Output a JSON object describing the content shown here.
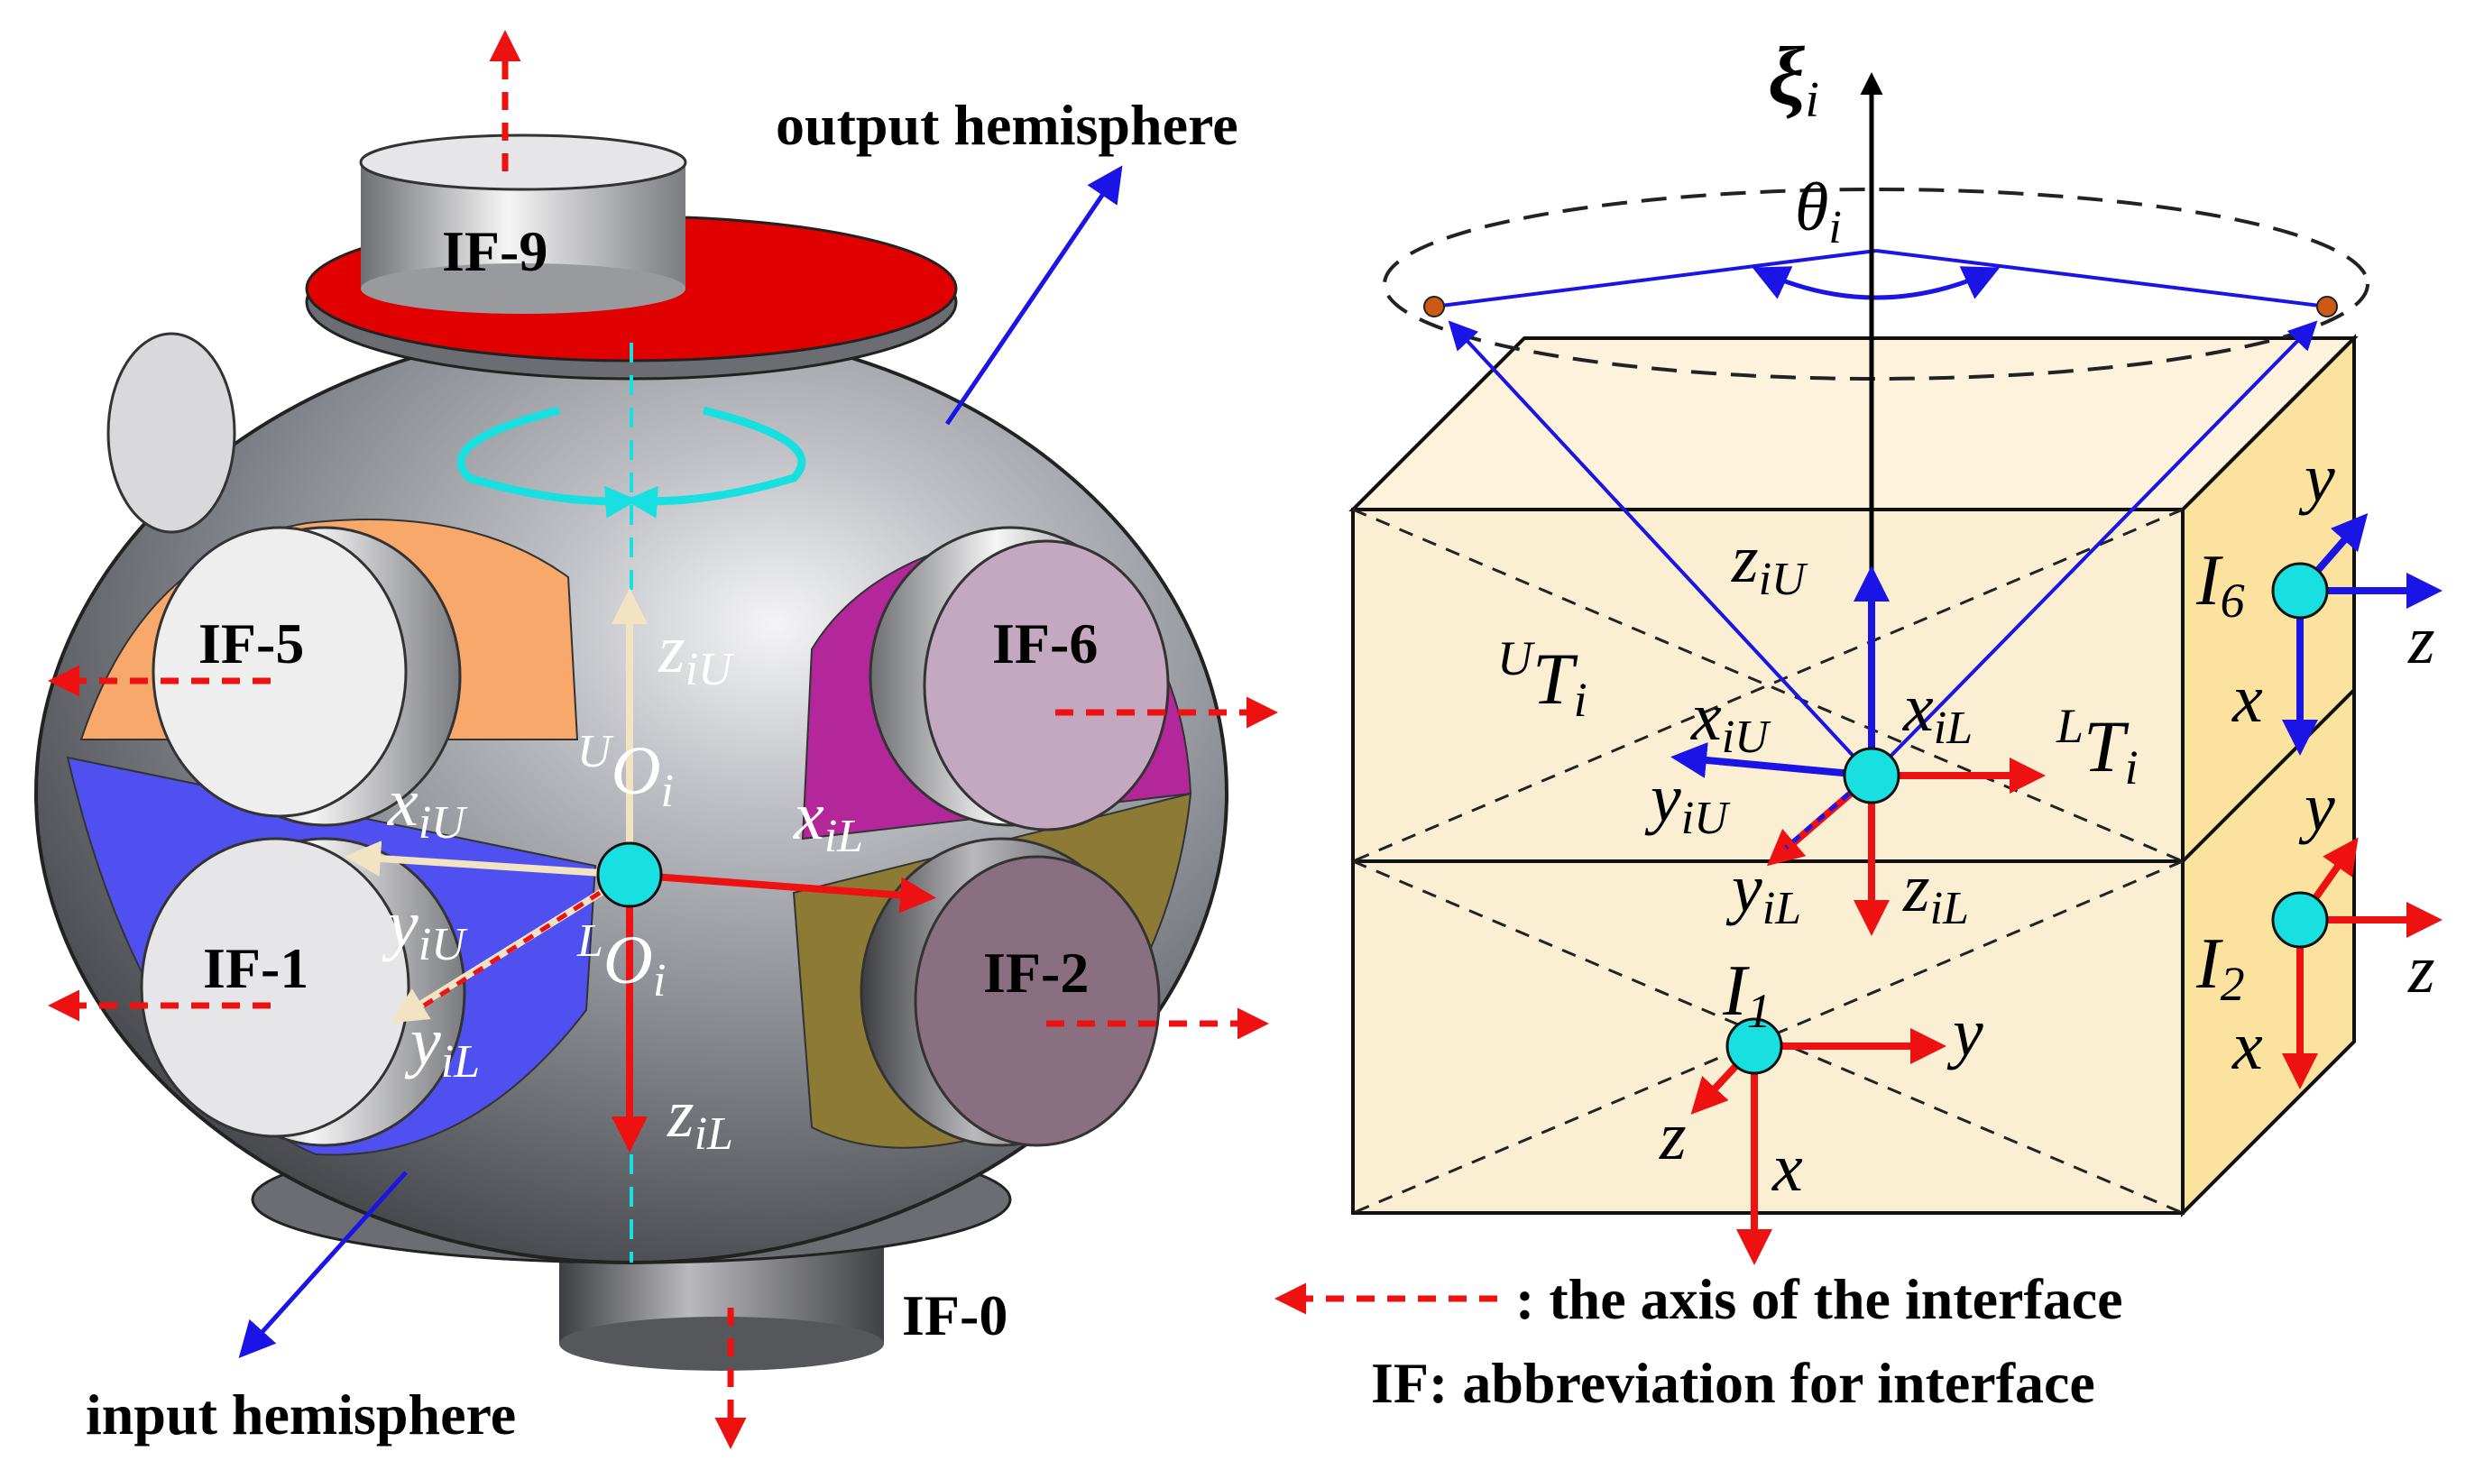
{
  "labels": {
    "output_hemisphere": "output hemisphere",
    "input_hemisphere": "input hemisphere",
    "if9": "IF-9",
    "if5": "IF-5",
    "if6": "IF-6",
    "if1": "IF-1",
    "if2": "IF-2",
    "if0": "IF-0"
  },
  "math_left": {
    "z_iU": "z",
    "z_iU_sub": "iU",
    "x_iU": "x",
    "x_iU_sub": "iU",
    "x_iL": "x",
    "x_iL_sub": "iL",
    "y_iU": "y",
    "y_iU_sub": "iU",
    "y_iL": "y",
    "y_iL_sub": "iL",
    "z_iL": "z",
    "z_iL_sub": "iL",
    "UO_sup": "U",
    "UO_main": "O",
    "UO_sub": "i",
    "LO_sup": "L",
    "LO_main": "O",
    "LO_sub": "i"
  },
  "math_right": {
    "xi": "ξ",
    "xi_sub": "i",
    "theta": "θ",
    "theta_sub": "i",
    "UT_sup": "U",
    "UT_main": "T",
    "UT_sub": "i",
    "LT_sup": "L",
    "LT_main": "T",
    "LT_sub": "i",
    "z_iU": "z",
    "z_iU_sub": "iU",
    "x_iU": "x",
    "x_iU_sub": "iU",
    "x_iL": "x",
    "x_iL_sub": "iL",
    "y_iU": "y",
    "y_iU_sub": "iU",
    "y_iL": "y",
    "y_iL_sub": "iL",
    "z_iL": "z",
    "z_iL_sub": "iL",
    "I1": "I",
    "I1_sub": "1",
    "I2": "I",
    "I2_sub": "2",
    "I6": "I",
    "I6_sub": "6",
    "ax_x": "x",
    "ax_y": "y",
    "ax_z": "z"
  },
  "legend": {
    "axis_text": ": the axis of the interface",
    "if_text": "IF: abbreviation for interface"
  },
  "colors": {
    "red_axis": "#ee1111",
    "blue_axis": "#1a14e6",
    "cyan_node": "#19e0e0",
    "cream_axis": "#f2e4c2",
    "box_front": "#fbefd3",
    "box_side": "#fbe39f",
    "sphere": "#8a8d93",
    "red_cap": "#e00000"
  }
}
